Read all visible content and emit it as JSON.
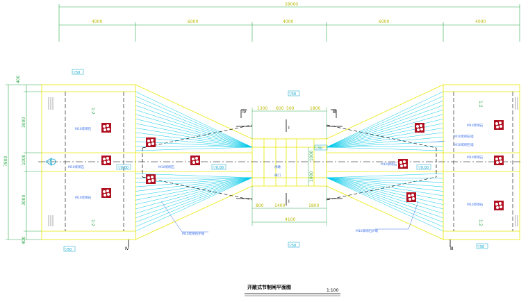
{
  "dimensions_top": {
    "total": "28000",
    "segments": [
      "4000",
      "6000",
      "4000",
      "6000",
      "4000"
    ]
  },
  "dimensions_left": [
    "400",
    "3000",
    "1000",
    "3000",
    "400"
  ],
  "dimensions_left_total": "7800",
  "dimensions_center_top": [
    "1300",
    "600",
    "500",
    "1800"
  ],
  "dimensions_center_bottom": [
    "800",
    "1400",
    "1800"
  ],
  "dimensions_center_bottom_total": "4100",
  "dimensions_gate_vertical": [
    "1000",
    "1000"
  ],
  "section_marks": {
    "I_top": "I",
    "I_bottom": "I",
    "II_right": "Ⅲ",
    "III_right_bottom": "Ⅲ",
    "IV_left_top": "Ⅳ",
    "IV_left_bottom": "Ⅳ"
  },
  "slope_labels": [
    "1:2",
    "1:2",
    "1:2",
    "1:2"
  ],
  "level_tags": [
    "▽50",
    "▽50",
    "▽50",
    "▽50",
    "▽50",
    "▽0.00",
    "▽0.00",
    "▽0.00",
    "▽50",
    "▽50"
  ],
  "material_notes": {
    "left_upper": "M10浆砌石",
    "left_mid": "M10浆砌石",
    "left_lower": "M10浆砌石",
    "left_wing": "M10浆砌石",
    "left_slope": "M10浆砌石护坡",
    "right_upper": "M10浆砌石",
    "right_mid": "M10浆砌石",
    "right_lower": "M10浆砌石",
    "right_wing_1": "M10浆砌石",
    "right_wing_2": "M10浆砌石墙",
    "right_wing_3": "M10浆砌石墙",
    "right_slope": "M10浆砌石护坡",
    "gate_1": "闸墩",
    "gate_2": "闸门"
  },
  "title": "开敞式节制闸平面图",
  "scale": "1:100"
}
